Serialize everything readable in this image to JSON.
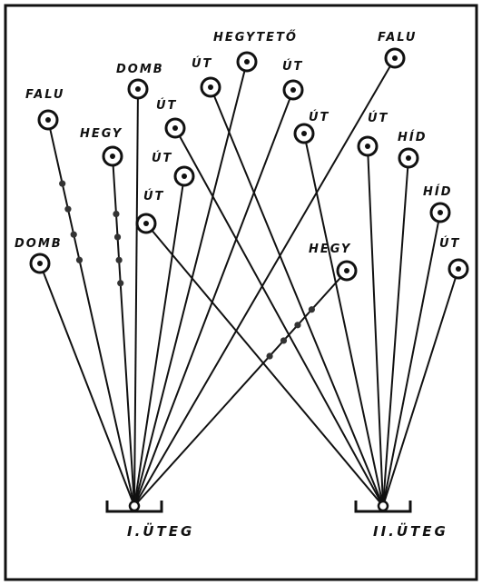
{
  "batteries": [
    {
      "id": "b1",
      "label": "I.ÜTEG"
    },
    {
      "id": "b2",
      "label": "II.ÜTEG"
    }
  ],
  "targets": [
    {
      "id": "t1",
      "label": "FALU",
      "battery": "b1",
      "style": "dotted"
    },
    {
      "id": "t2",
      "label": "DOMB",
      "battery": "b1",
      "style": "solid"
    },
    {
      "id": "t3",
      "label": "HEGY",
      "battery": "b1",
      "style": "dotted"
    },
    {
      "id": "t4",
      "label": "DOMB",
      "battery": "b1",
      "style": "solid"
    },
    {
      "id": "t5",
      "label": "ÚT",
      "battery": "b2",
      "style": "solid"
    },
    {
      "id": "t6",
      "label": "HEGYTETŐ",
      "battery": "b1",
      "style": "solid"
    },
    {
      "id": "t7",
      "label": "ÚT",
      "battery": "b1",
      "style": "solid"
    },
    {
      "id": "t8",
      "label": "ÚT",
      "battery": "b2",
      "style": "solid"
    },
    {
      "id": "t9",
      "label": "ÚT",
      "battery": "b1",
      "style": "solid"
    },
    {
      "id": "t10",
      "label": "ÚT",
      "battery": "b2",
      "style": "solid"
    },
    {
      "id": "t11",
      "label": "FALU",
      "battery": "b1",
      "style": "solid"
    },
    {
      "id": "t12",
      "label": "ÚT",
      "battery": "b2",
      "style": "solid"
    },
    {
      "id": "t13",
      "label": "ÚT",
      "battery": "b2",
      "style": "solid"
    },
    {
      "id": "t14",
      "label": "HÍD",
      "battery": "b2",
      "style": "solid"
    },
    {
      "id": "t15",
      "label": "HÍD",
      "battery": "b2",
      "style": "solid"
    },
    {
      "id": "t16",
      "label": "ÚT",
      "battery": "b2",
      "style": "solid"
    },
    {
      "id": "t17",
      "label": "HEGY",
      "battery": "b1",
      "style": "dotted"
    }
  ]
}
